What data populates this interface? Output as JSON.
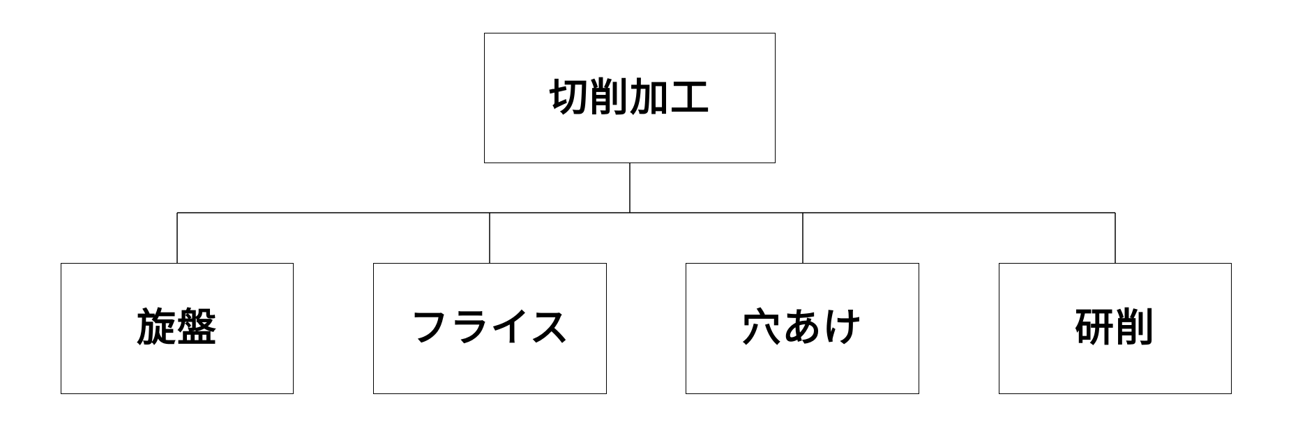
{
  "diagram": {
    "root": {
      "label": "切削加工"
    },
    "children": [
      {
        "label": "旋盤"
      },
      {
        "label": "フライス"
      },
      {
        "label": "穴あけ"
      },
      {
        "label": "研削"
      }
    ]
  },
  "colors": {
    "line": "#000000",
    "box_border": "#000000",
    "background": "#ffffff",
    "text": "#000000"
  }
}
